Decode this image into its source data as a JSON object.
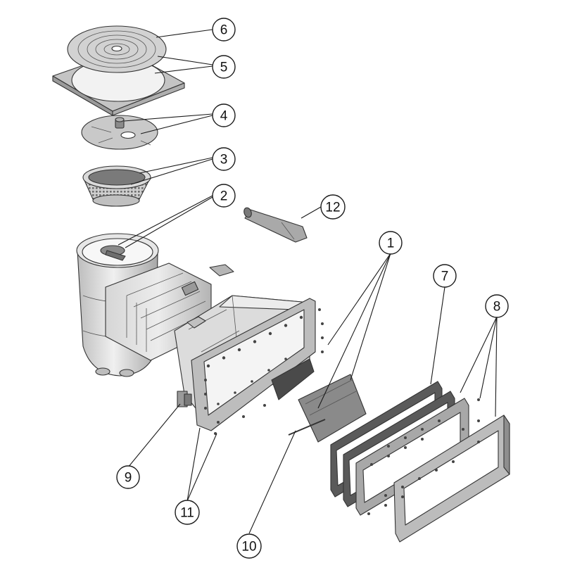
{
  "callouts": [
    {
      "id": "1",
      "label": "1"
    },
    {
      "id": "2",
      "label": "2"
    },
    {
      "id": "3",
      "label": "3"
    },
    {
      "id": "4",
      "label": "4"
    },
    {
      "id": "5",
      "label": "5"
    },
    {
      "id": "6",
      "label": "6"
    },
    {
      "id": "7",
      "label": "7"
    },
    {
      "id": "8",
      "label": "8"
    },
    {
      "id": "9",
      "label": "9"
    },
    {
      "id": "10",
      "label": "10"
    },
    {
      "id": "11",
      "label": "11"
    },
    {
      "id": "12",
      "label": "12"
    }
  ],
  "colors": {
    "part_fill": "#c8c8c8",
    "part_light": "#e2e2e2",
    "part_dark": "#8e8e8e",
    "gasket": "#5a5a5a",
    "outline": "#333333"
  }
}
